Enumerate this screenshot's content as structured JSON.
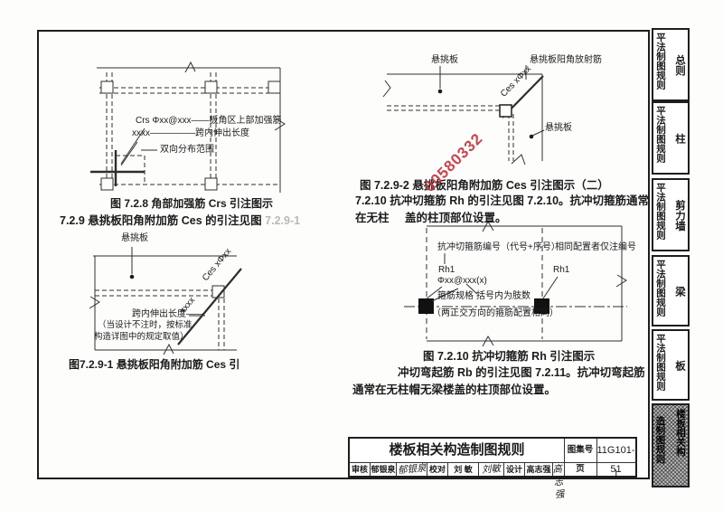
{
  "sheet": {
    "watermark": "00580332",
    "watermark_color": "#c5343f"
  },
  "fig_728": {
    "ann_crs": "Crs Φxx@xxx——板角区上部加强筋",
    "ann_extend": "xxxx—————跨内伸出长度",
    "ann_range": "双向分布范围",
    "caption": "图 7.2.8 角部加强筋 Crs 引注图示"
  },
  "sec_729": {
    "heading": "7.2.9 悬挑板阳角附加筋 Ces 的引注见图",
    "heading_tail": "7.2.9-1"
  },
  "fig_7291": {
    "label_slab": "悬挑板",
    "ann_extend": "跨内伸出长度——",
    "note_line1": "（当设计不注时，按标准",
    "note_line2": "构造详图中的规定取值）",
    "diag_ces": "Ces xΦxx",
    "diag_x": "xxxx",
    "caption": "图7.2.9-1 悬挑板阳角附加筋 Ces 引"
  },
  "fig_7292": {
    "label_slab_top": "悬挑板",
    "label_radial": "悬挑板阳角放射筋",
    "label_slab_right": "悬挑板",
    "diag_ces": "Ces xΦxx",
    "caption": "图 7.2.9-2 悬挑板阳角附加筋 Ces 引注图示（二）"
  },
  "sec_7210": {
    "line1": "7.2.10 抗冲切箍筋 Rh 的引注见图 7.2.10。抗冲切箍筋通常",
    "line2_a": "在无柱",
    "line2_b": "盖的柱顶部位设置。"
  },
  "fig_7210": {
    "ann_number": "抗冲切箍筋编号（代号+序号）",
    "ann_rh1_left": "Rh1",
    "ann_spec": "Φxx@xxx(x)",
    "ann_spec_name": "箍筋规格",
    "ann_legs": "括号内为肢数",
    "ann_note": "（两正交方向的箍筋配置相同）",
    "ann_same": "相同配置者仅注编号",
    "ann_rh1_right": "Rh1",
    "caption": "图 7.2.10 抗冲切箍筋 Rh 引注图示"
  },
  "sec_7211": {
    "line1": "冲切弯起筋 Rb 的引注见图 7.2.11。抗冲切弯起筋",
    "line2": "通常在无柱帽无梁楼盖的柱顶部位设置。"
  },
  "sidebar": {
    "tabs": [
      {
        "group": "平法制图规则",
        "name": "总则"
      },
      {
        "group": "平法制图规则",
        "name": "柱"
      },
      {
        "group": "平法制图规则",
        "name": "剪力墙"
      },
      {
        "group": "平法制图规则",
        "name": "梁"
      },
      {
        "group": "平法制图规则",
        "name": "板"
      }
    ],
    "active_tab": {
      "col_right": "楼板相关构",
      "col_left": "造制图规则"
    }
  },
  "title_block": {
    "title": "楼板相关构造制图规则",
    "atlas_label": "图集号",
    "atlas_no": "11G101-1",
    "page_label": "页",
    "page_no": "51",
    "review_label": "审核",
    "review_name": "郁银泉",
    "review_sign": "郁银泉",
    "proof_label": "校对",
    "proof_name": "刘 敏",
    "proof_sign": "刘敏",
    "design_label": "设计",
    "design_name": "高志强",
    "design_sign": "高志强"
  }
}
